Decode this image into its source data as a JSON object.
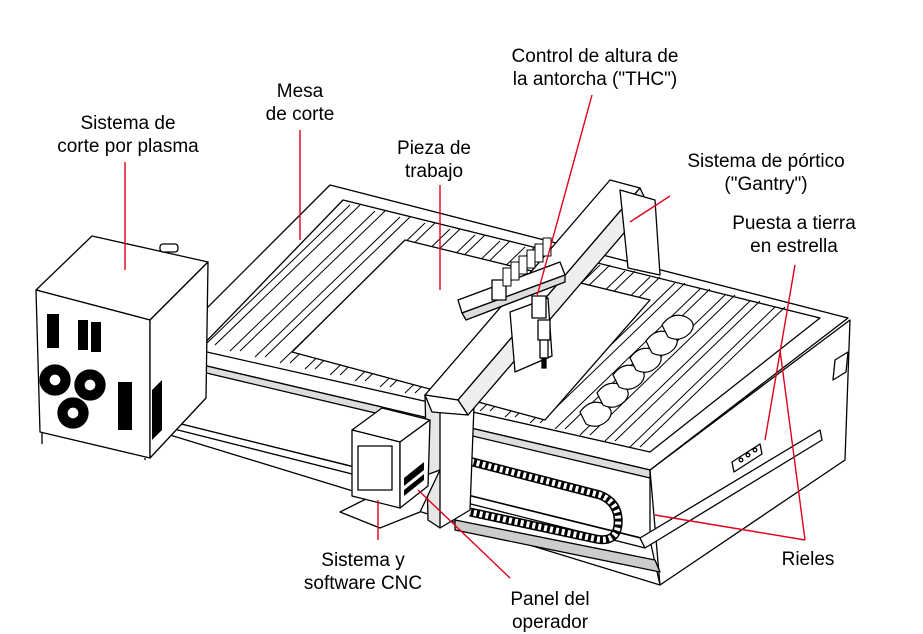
{
  "labels": {
    "plasma": [
      "Sistema de",
      "corte por plasma"
    ],
    "table": [
      "Mesa",
      "de corte"
    ],
    "workpiece": [
      "Pieza de",
      "trabajo"
    ],
    "thc": [
      "Control de altura de",
      "la antorcha (\"THC\")"
    ],
    "gantry": [
      "Sistema de pórtico",
      "(\"Gantry\")"
    ],
    "ground": [
      "Puesta a tierra",
      "en estrella"
    ],
    "rails": [
      "Rieles"
    ],
    "cnc": [
      "Sistema y",
      "software CNC"
    ],
    "panel": [
      "Panel del",
      "operador"
    ]
  },
  "colors": {
    "leader": "#e0001b",
    "ink": "#000000",
    "paper": "#ffffff",
    "shade": "#6e6e6e"
  }
}
